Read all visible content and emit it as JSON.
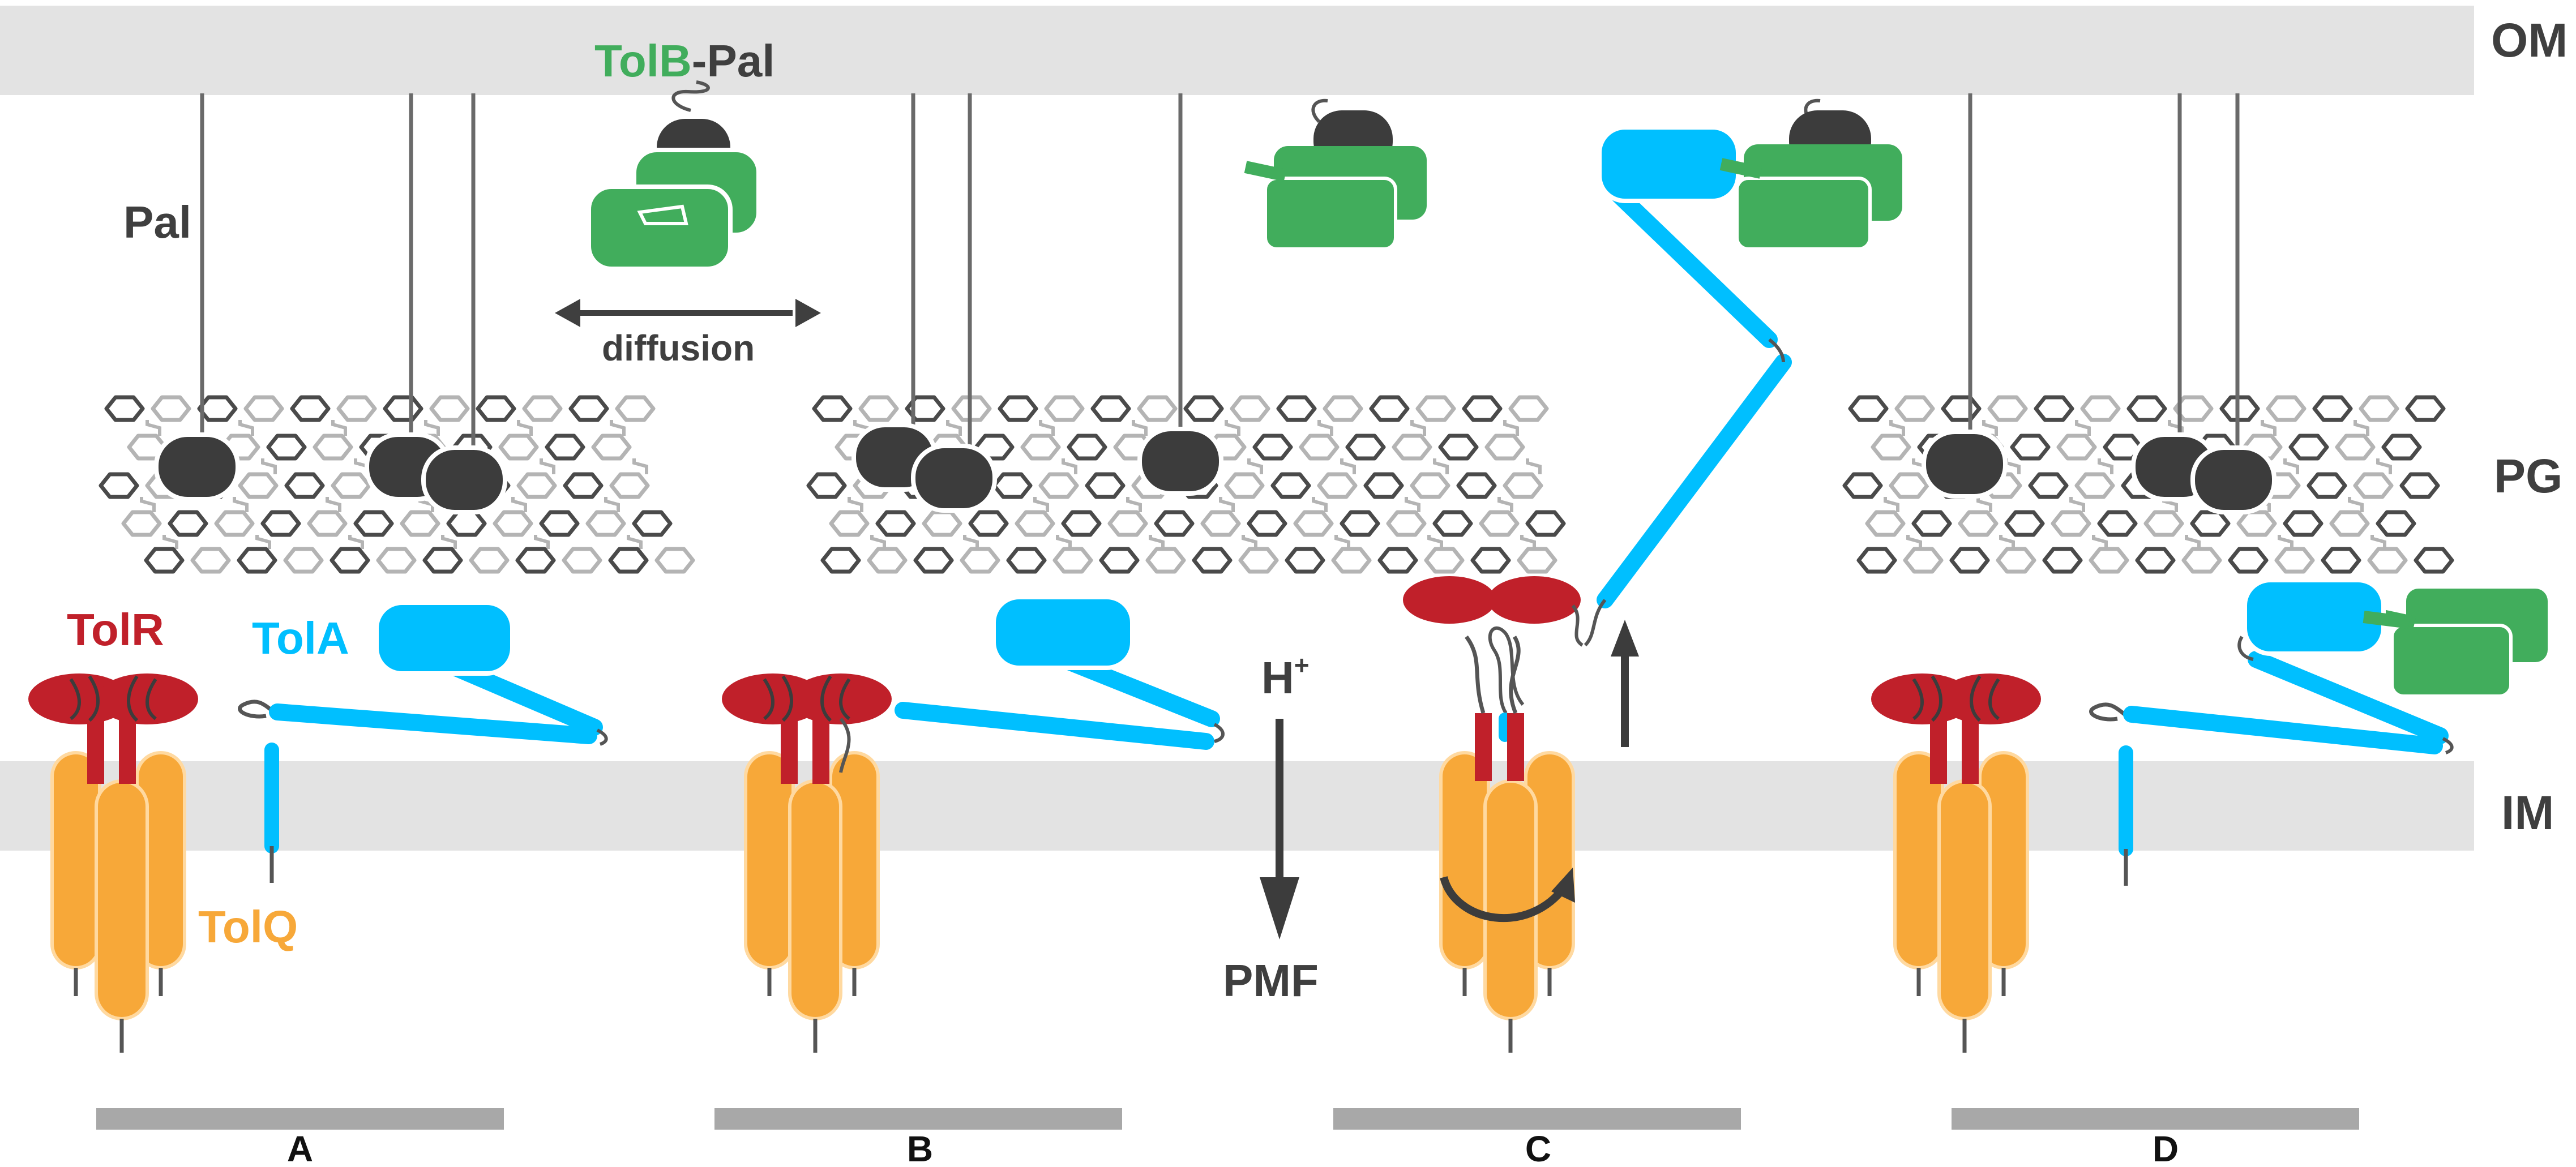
{
  "labels": {
    "om": "OM",
    "pg": "PG",
    "im": "IM",
    "pal": "Pal",
    "tolb_pal_part1": "TolB",
    "tolb_pal_part2": "-Pal",
    "diffusion": "diffusion",
    "tolr": "TolR",
    "tola": "TolA",
    "tolq": "TolQ",
    "h_plus": "H",
    "h_plus_sup": "+",
    "pmf": "PMF"
  },
  "panels": [
    "A",
    "B",
    "C",
    "D"
  ],
  "colors": {
    "membrane": "#e3e3e3",
    "text_gray": "#3f3f3f",
    "tolb_green": "#41ad5c",
    "tola_blue": "#00bfff",
    "tolr_red": "#c0202a",
    "tolq_orange": "#f7a839",
    "pal_dark": "#3c3c3c",
    "pg_dark": "#4a4a4a",
    "pg_light": "#b4b4b4",
    "panel_bar": "#a8a8a8"
  }
}
